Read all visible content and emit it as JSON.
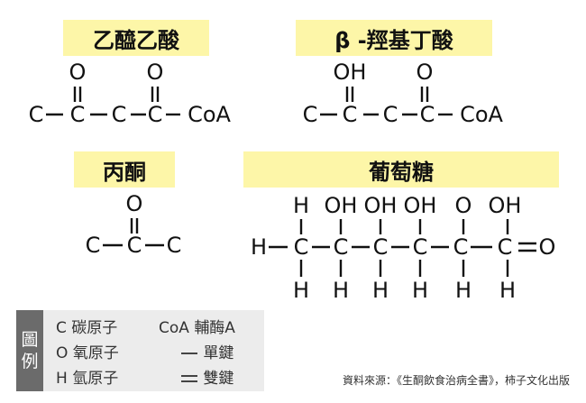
{
  "titles": {
    "acetoacetyl": "乙醯乙酸",
    "hydroxybutyrate": "β -羥基丁酸",
    "acetone": "丙酮",
    "glucose": "葡萄糖"
  },
  "atoms": {
    "C": "C",
    "O": "O",
    "H": "H",
    "OH": "OH",
    "CoA": "CoA"
  },
  "legend": {
    "tag_1": "圖",
    "tag_2": "例",
    "c_symbol": "C",
    "c_label": "碳原子",
    "o_symbol": "O",
    "o_label": "氧原子",
    "h_symbol": "H",
    "h_label": "氫原子",
    "coa_symbol": "CoA",
    "coa_label": "輔酶A",
    "single_bond_label": "單鍵",
    "double_bond_label": "雙鍵"
  },
  "source": "資料來源：《生酮飲食治病全書》，柿子文化出版"
}
